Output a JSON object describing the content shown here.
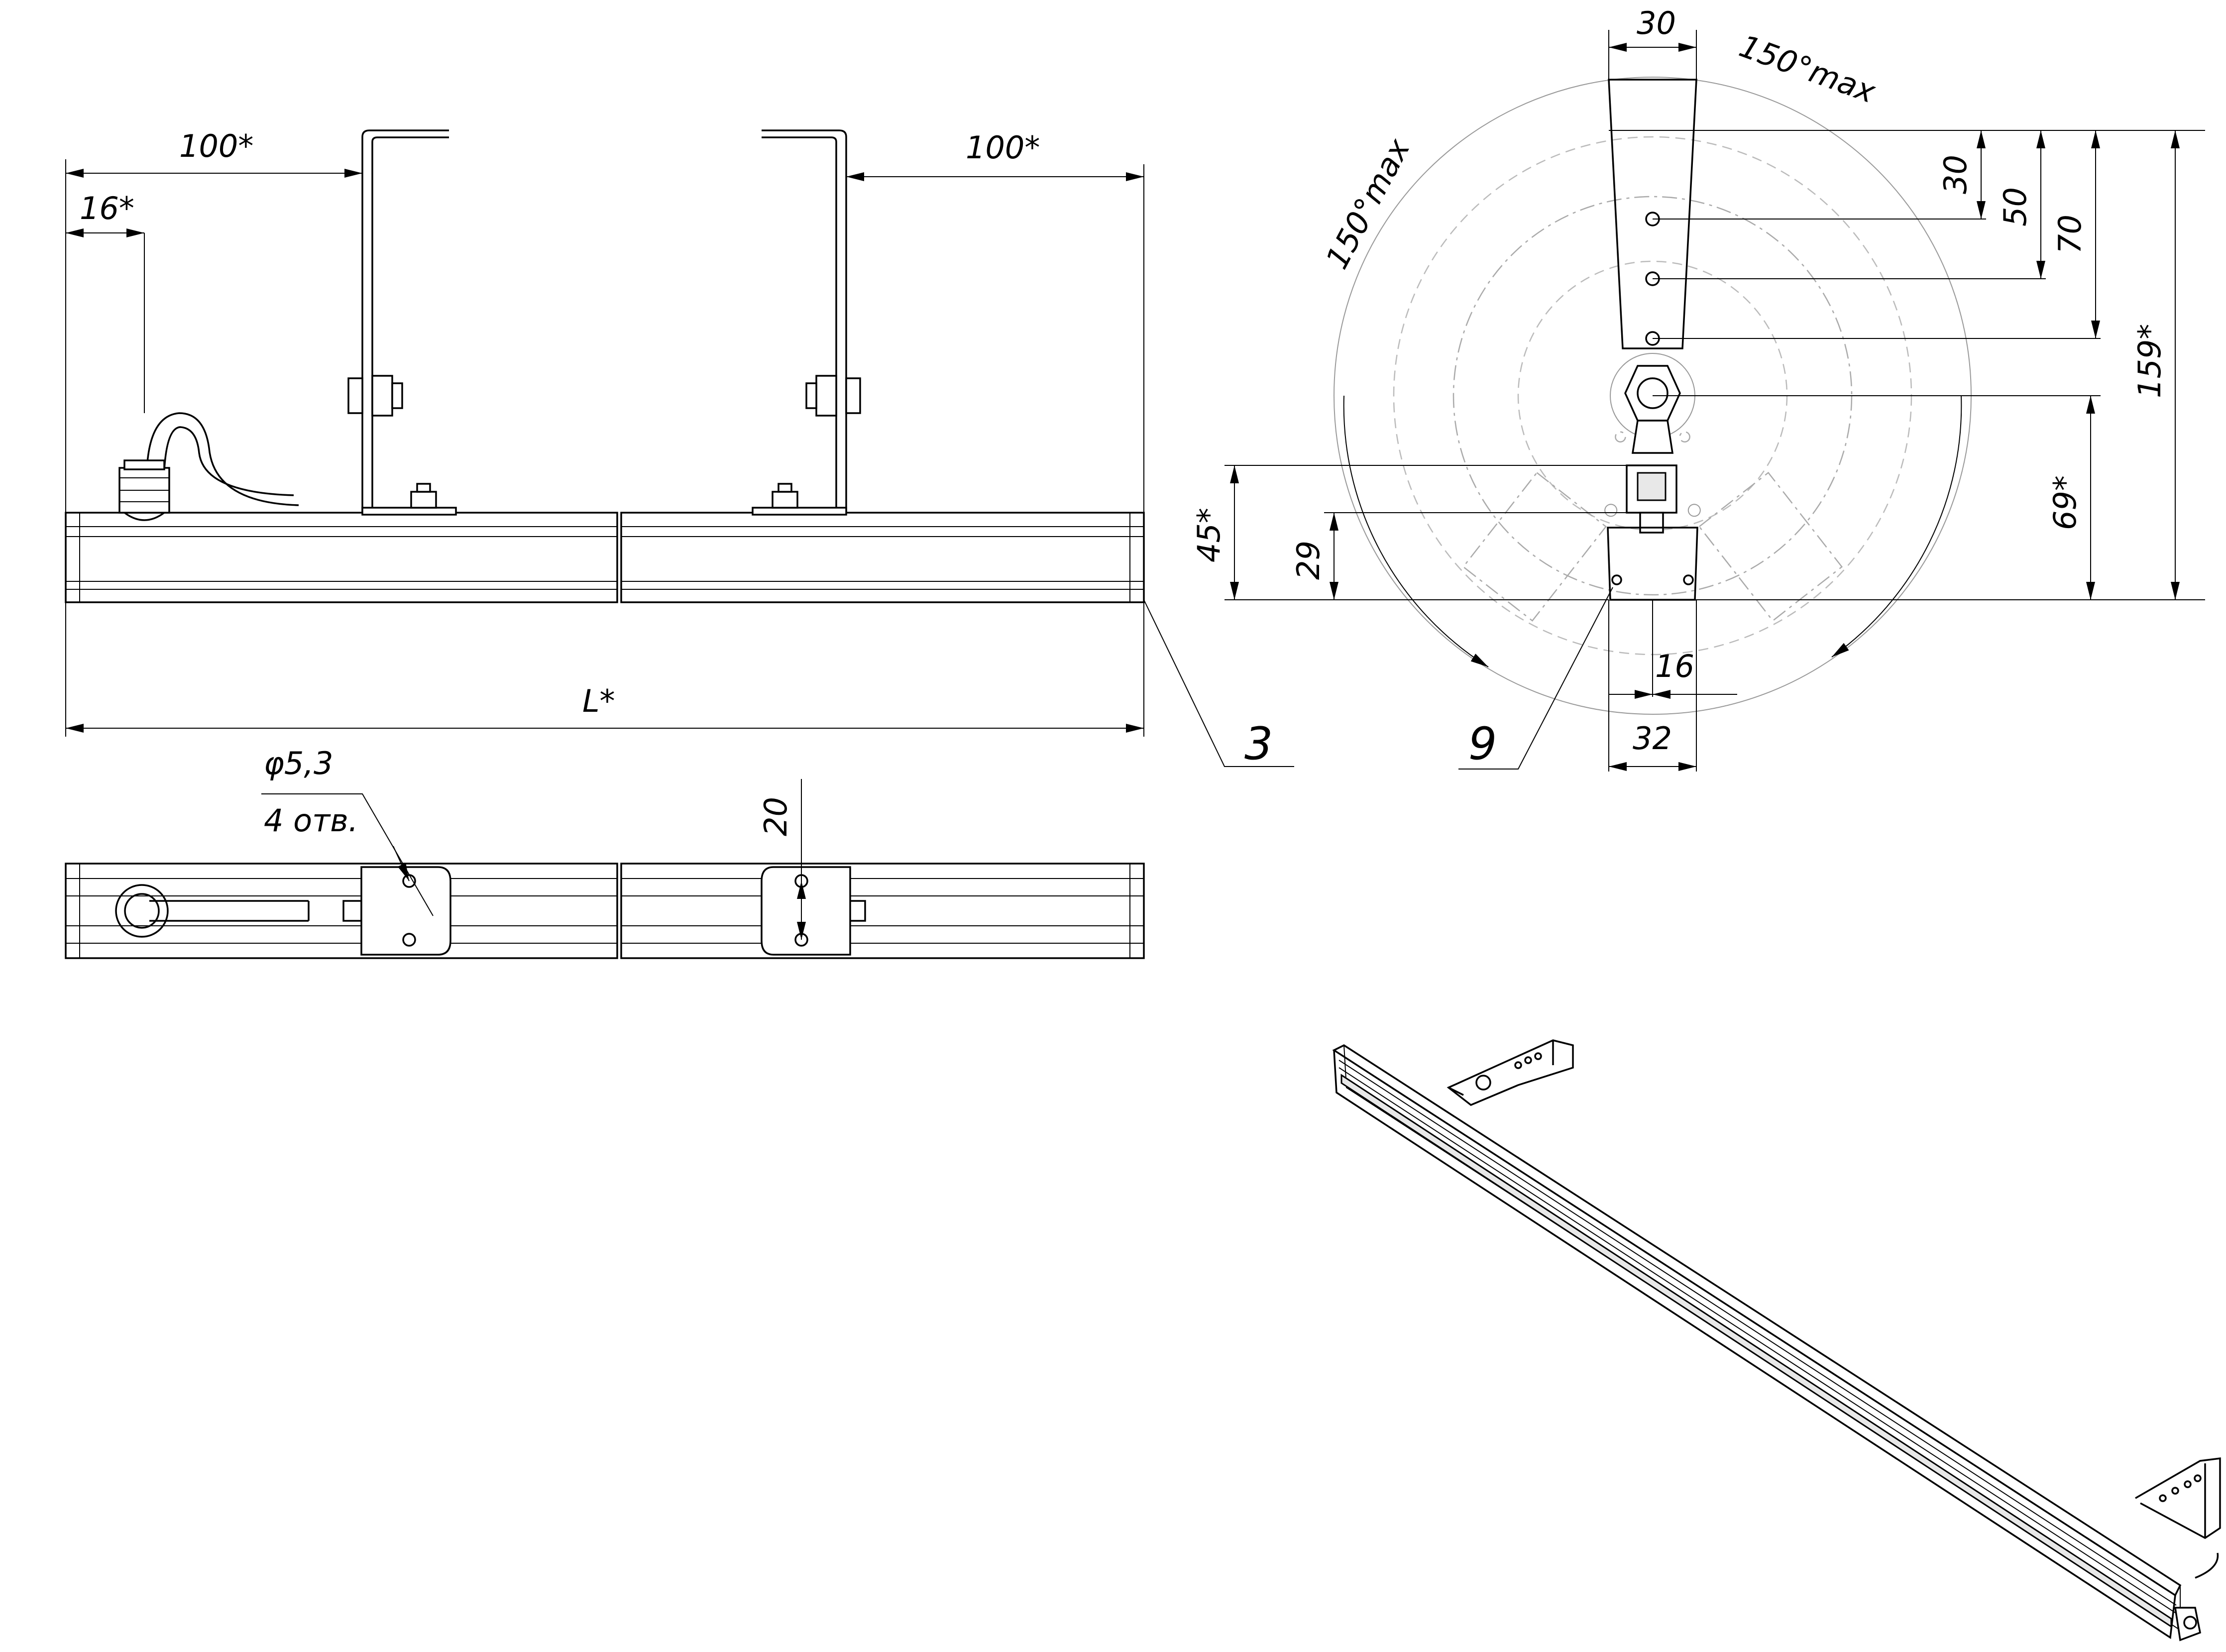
{
  "front_view": {
    "dim_bracket_offset_left": "100*",
    "dim_bracket_offset_right": "100*",
    "dim_cable_offset": "16*",
    "dim_length": "L*",
    "leader_label": "3"
  },
  "bottom_view": {
    "hole_diameter": "φ5,3",
    "hole_count": "4 отв.",
    "hole_spacing": "20"
  },
  "side_view": {
    "dim_bracket_width": "30",
    "dim_angle_right": "150°max",
    "dim_angle_left": "150°max",
    "dim_hole_1": "30",
    "dim_hole_2": "50",
    "dim_hole_3": "70",
    "dim_total_height": "159*",
    "dim_pivot_height": "69*",
    "dim_body_height": "45*",
    "dim_lower_height": "29",
    "dim_inner_width": "16",
    "dim_body_width": "32",
    "leader_label": "9"
  }
}
